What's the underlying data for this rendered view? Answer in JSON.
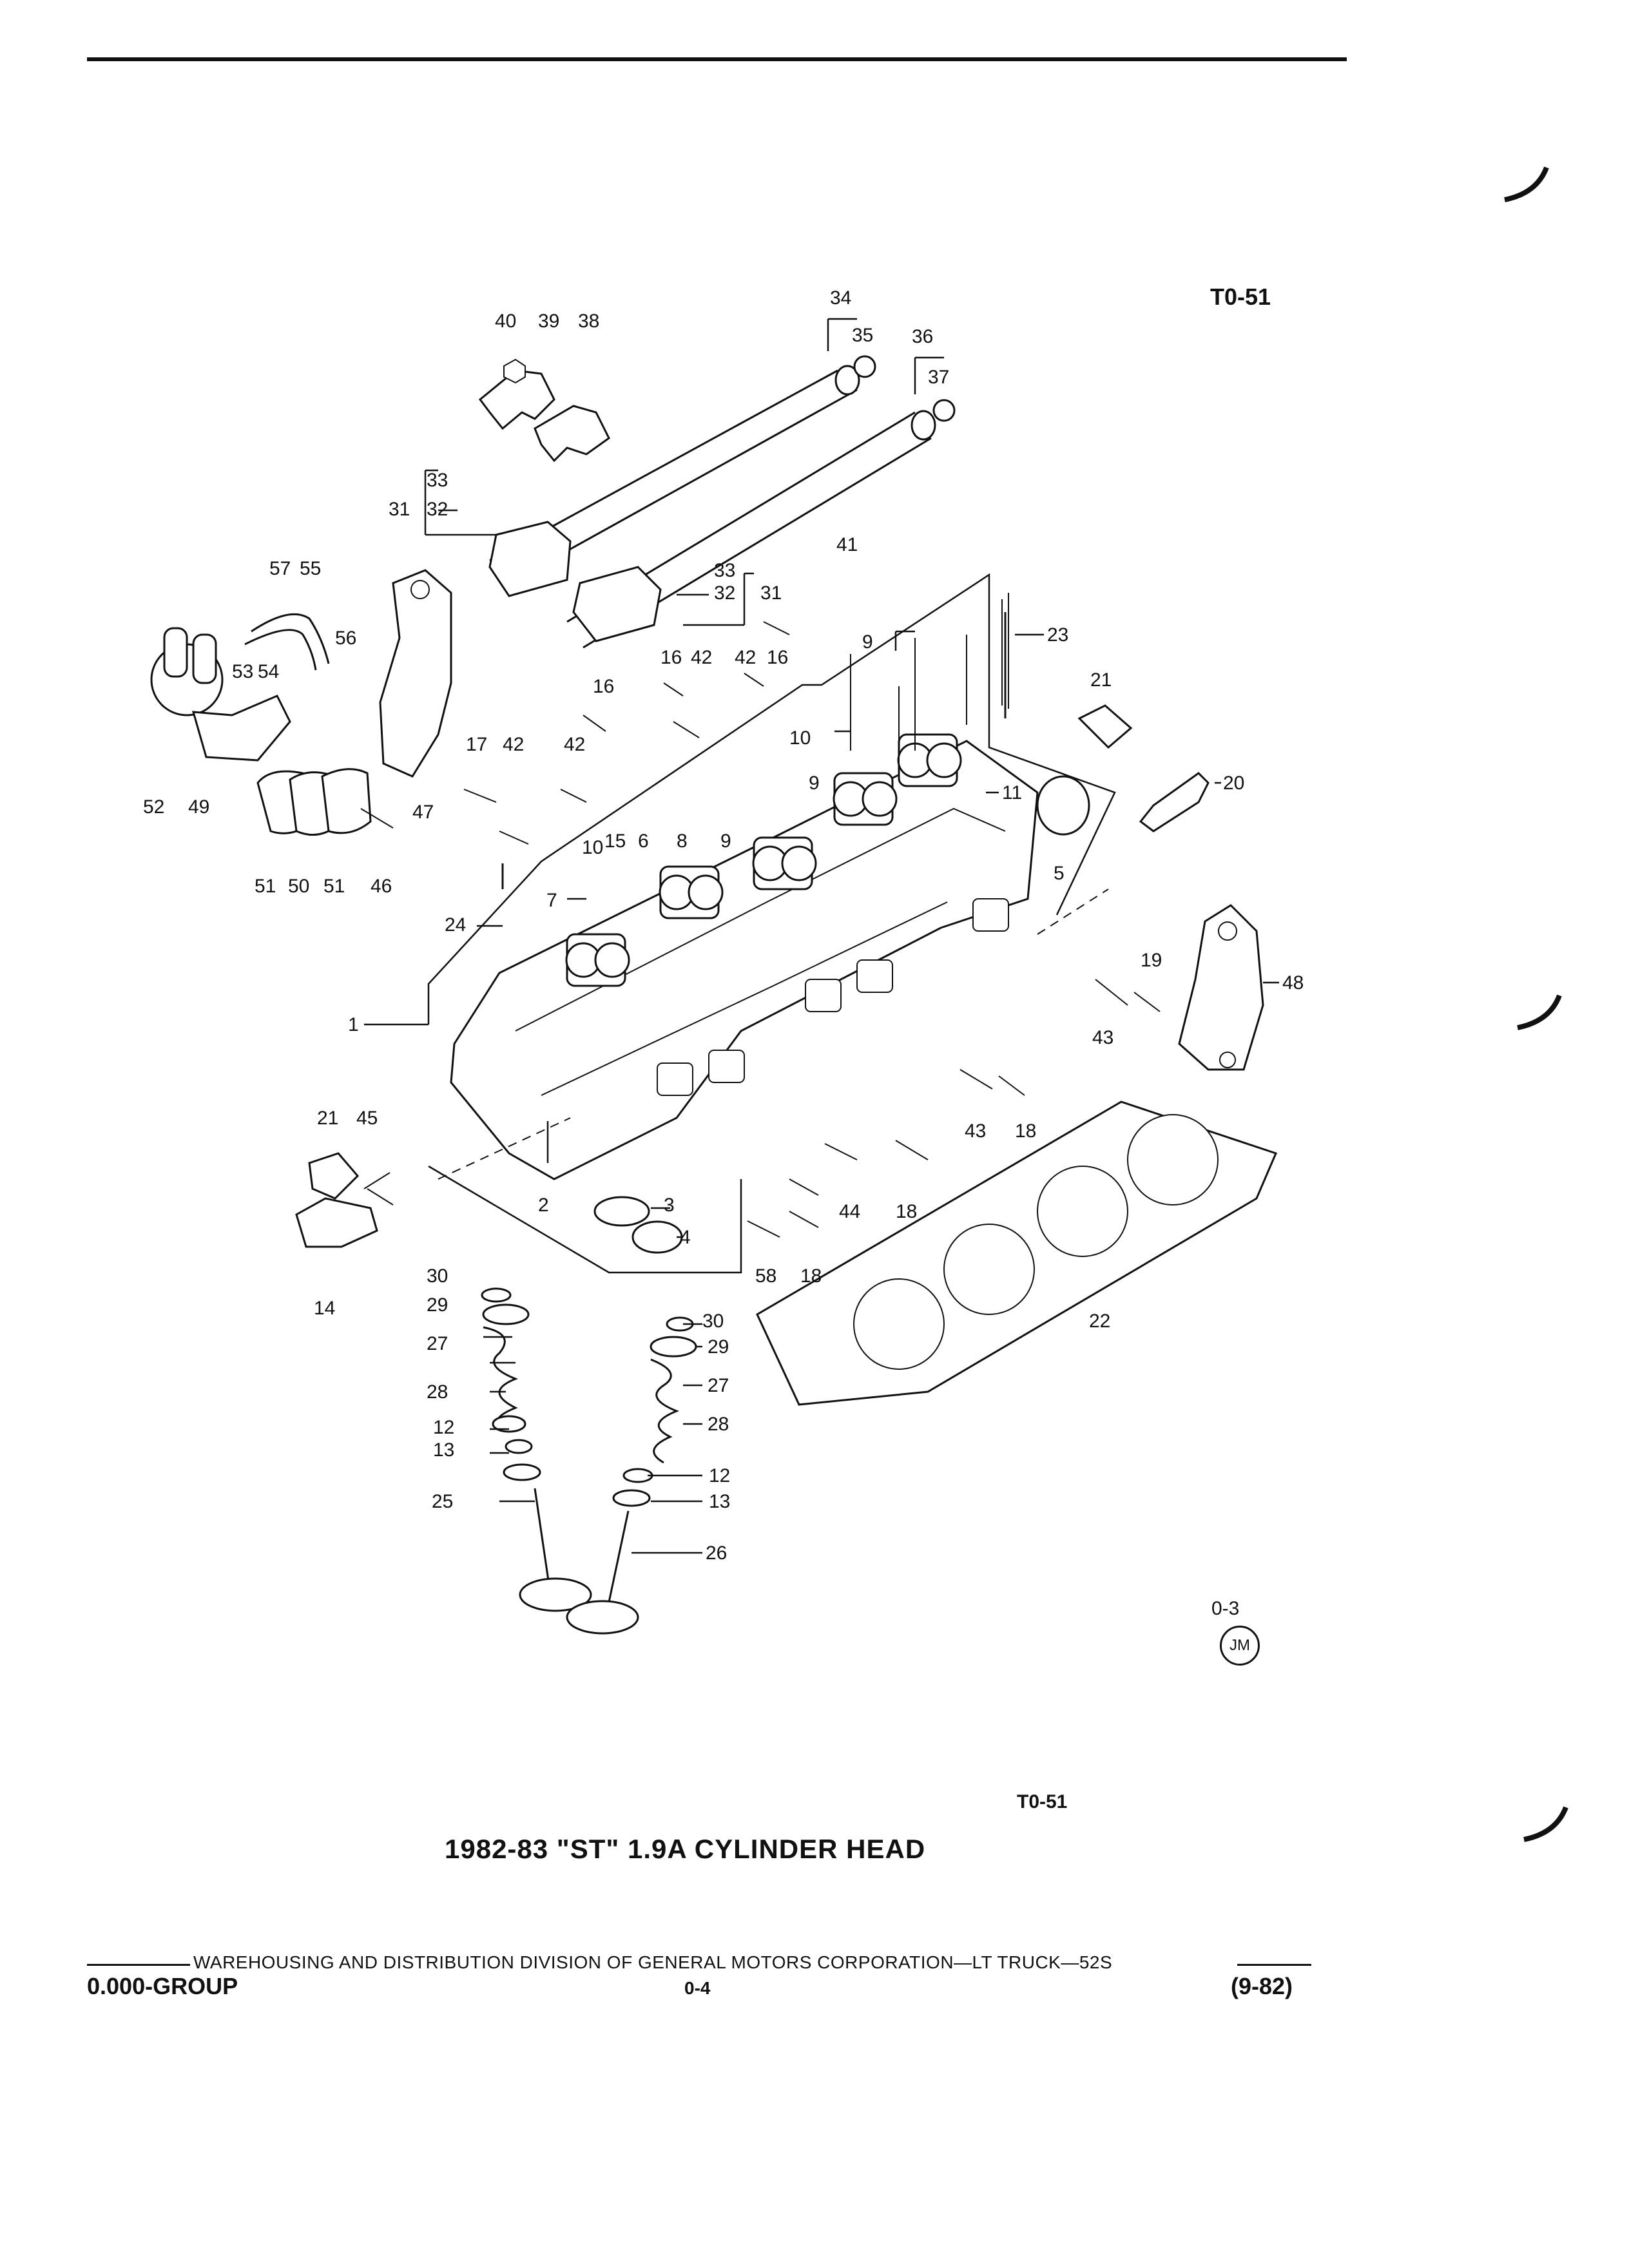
{
  "header": {
    "figure_code": "T0-51"
  },
  "diagram": {
    "callouts": [
      "1",
      "2",
      "3",
      "4",
      "5",
      "6",
      "7",
      "8",
      "9",
      "9",
      "9",
      "10",
      "10",
      "11",
      "12",
      "12",
      "13",
      "13",
      "14",
      "15",
      "16",
      "16",
      "16",
      "17",
      "18",
      "18",
      "18",
      "19",
      "20",
      "21",
      "21",
      "22",
      "23",
      "24",
      "25",
      "26",
      "27",
      "27",
      "28",
      "28",
      "29",
      "29",
      "30",
      "30",
      "31",
      "31",
      "32",
      "32",
      "33",
      "33",
      "34",
      "35",
      "36",
      "37",
      "38",
      "39",
      "40",
      "41",
      "42",
      "42",
      "42",
      "42",
      "43",
      "43",
      "44",
      "45",
      "46",
      "47",
      "48",
      "49",
      "50",
      "51",
      "51",
      "52",
      "53",
      "54",
      "55",
      "56",
      "57",
      "58"
    ]
  },
  "page_ref": {
    "sheet": "0-3",
    "badge": "JM"
  },
  "caption_code": "T0-51",
  "title": "1982-83 \"ST\" 1.9A CYLINDER HEAD",
  "footer": {
    "line": "WAREHOUSING AND DISTRIBUTION  DIVISION OF GENERAL MOTORS CORPORATION—LT TRUCK—52S",
    "group": "0.000-GROUP",
    "page": "0-4",
    "date": "(9-82)"
  }
}
